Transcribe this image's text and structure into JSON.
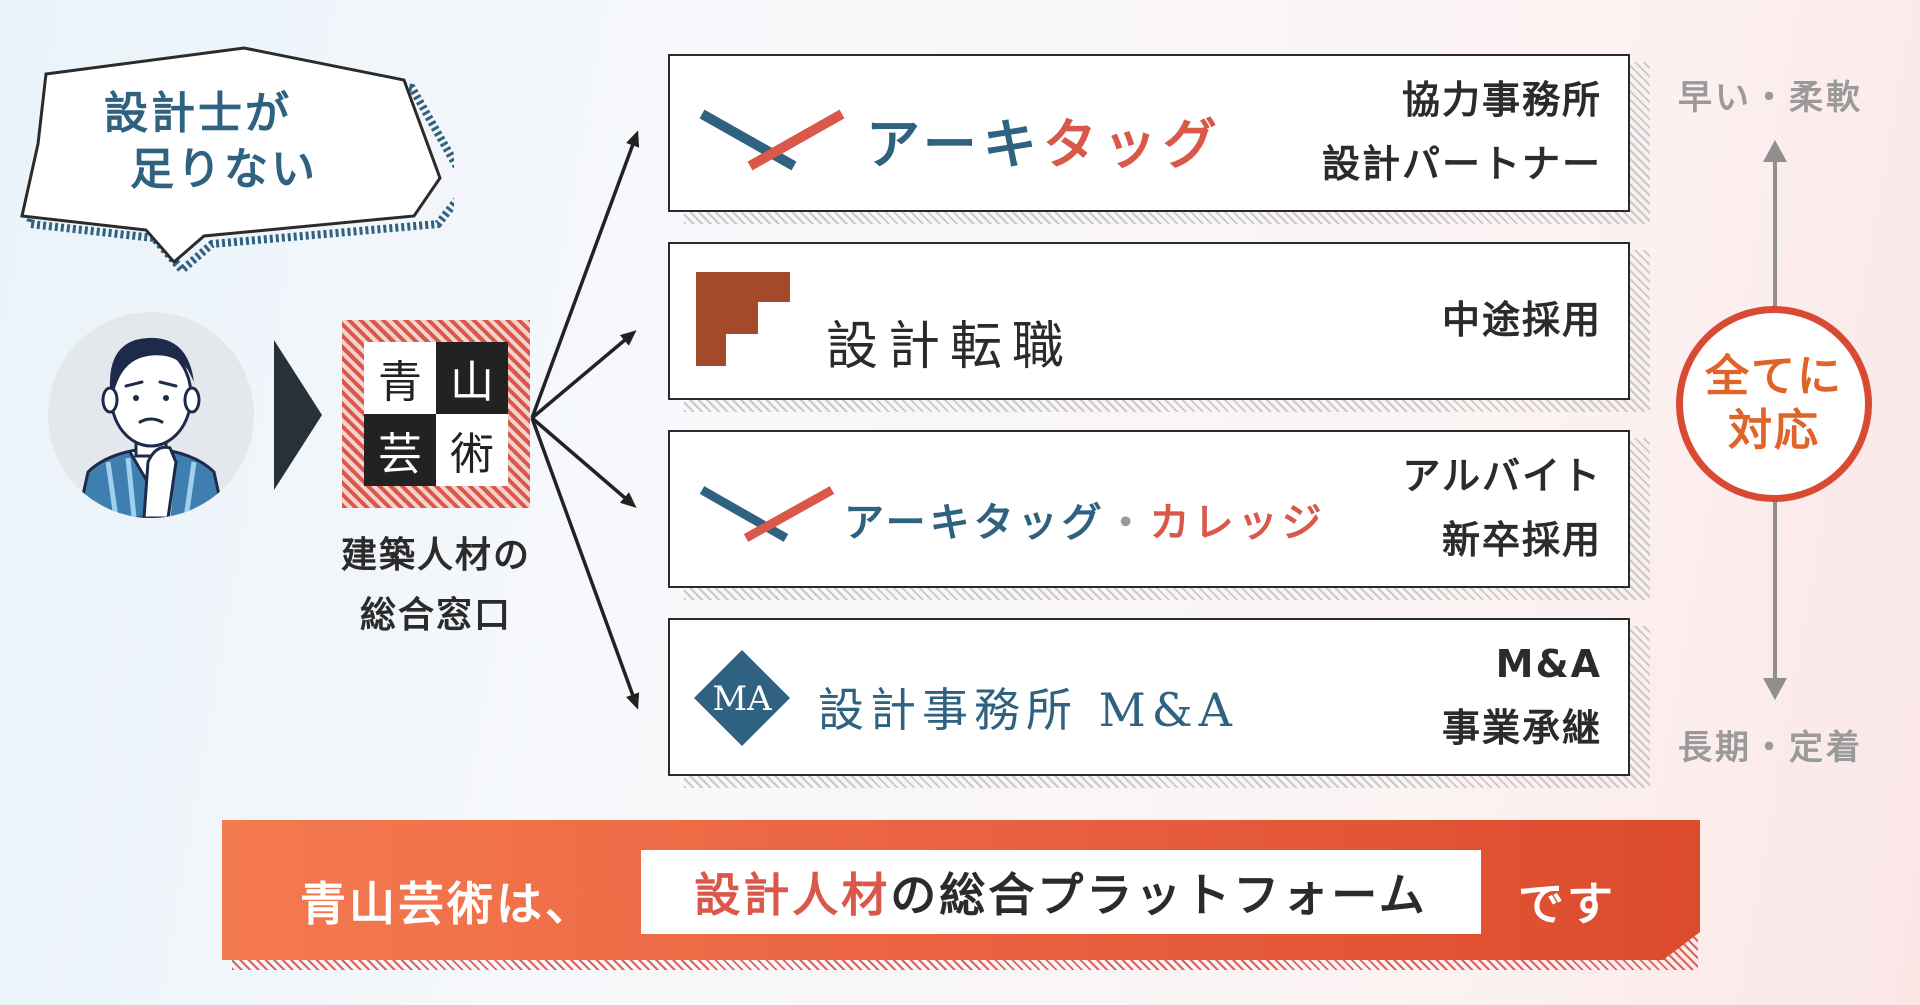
{
  "bubble": {
    "line1": "設計士が",
    "line2": "足りない"
  },
  "logo": {
    "chars": [
      "青",
      "山",
      "芸",
      "術"
    ]
  },
  "portal": {
    "line1": "建築人材の",
    "line2": "総合窓口"
  },
  "services": [
    {
      "brand_blue": "アーキ",
      "brand_red": "タッグ",
      "label_lines": [
        "協力事務所",
        "設計パートナー"
      ]
    },
    {
      "brand": "設計転職",
      "label_lines": [
        "中途採用"
      ]
    },
    {
      "brand_blue": "アーキタッグ",
      "brand_sep": "・",
      "brand_red": "カレッジ",
      "label_lines": [
        "アルバイト",
        "新卒採用"
      ]
    },
    {
      "brand": "設計事務所 M&A",
      "emblem_letters": "MA",
      "label_lines": [
        "M&A",
        "事業承継"
      ]
    }
  ],
  "axis": {
    "top": "早い・柔軟",
    "bottom": "長期・定着",
    "badge_line1": "全てに",
    "badge_line2": "対応"
  },
  "banner": {
    "prefix": "青山芸術は、",
    "highlight": "設計人材",
    "middle": "の総合プラットフォーム",
    "suffix": "です"
  },
  "colors": {
    "navy": "#2f6180",
    "red": "#d9584a",
    "brown": "#a34a2b",
    "orange": "#e9603f",
    "dark": "#2b2b2b"
  }
}
